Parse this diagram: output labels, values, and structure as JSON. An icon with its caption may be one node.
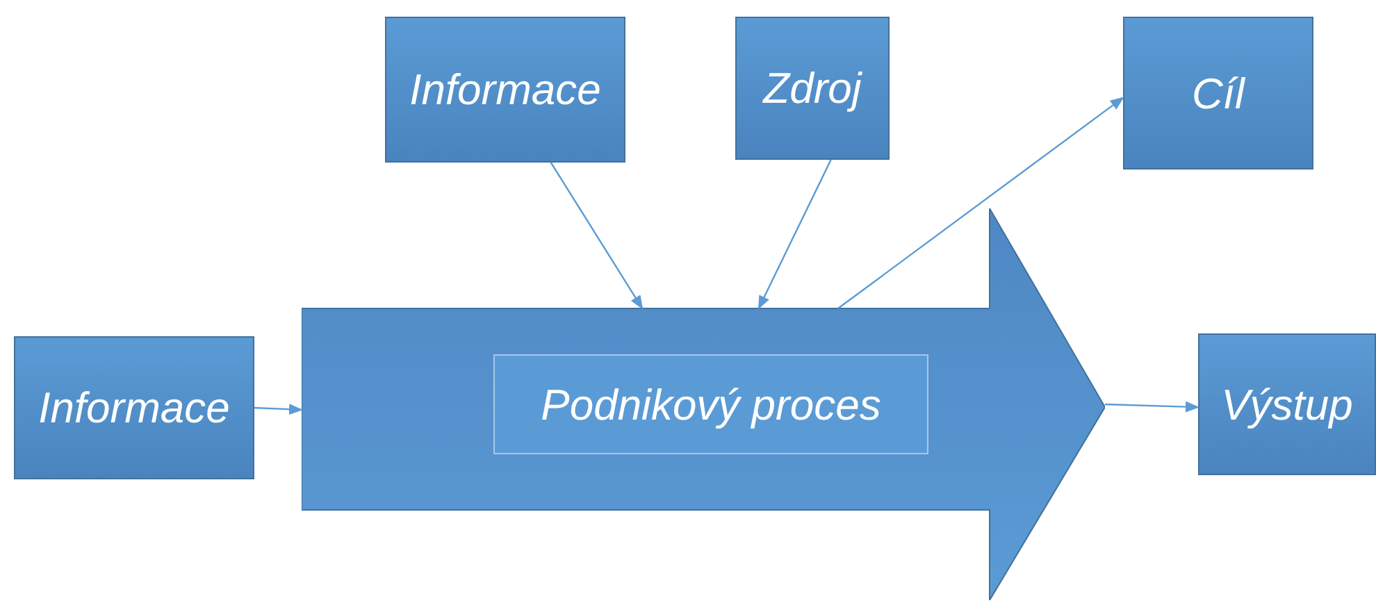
{
  "diagram": {
    "nodes": [
      {
        "text": [
          "Informace"
        ]
      },
      {
        "text": [
          "Zdroj"
        ]
      },
      {
        "text": [
          "Cíl"
        ]
      },
      {
        "text": [
          "Informace"
        ]
      },
      {
        "text": [],
        "shape": "arrow"
      },
      {
        "text": [
          "Podnikový proces"
        ],
        "in": 4
      },
      {
        "text": [
          "Výstup"
        ]
      }
    ],
    "edges": [
      {
        "from": 3,
        "to": 4,
        "arrow": "to"
      },
      {
        "from": 0,
        "to": 4,
        "arrow": "to"
      },
      {
        "from": 1,
        "to": 4,
        "arrow": "to"
      },
      {
        "from": 4,
        "to": 2,
        "arrow": "to"
      },
      {
        "from": 4,
        "to": 6,
        "arrow": "to"
      }
    ]
  }
}
